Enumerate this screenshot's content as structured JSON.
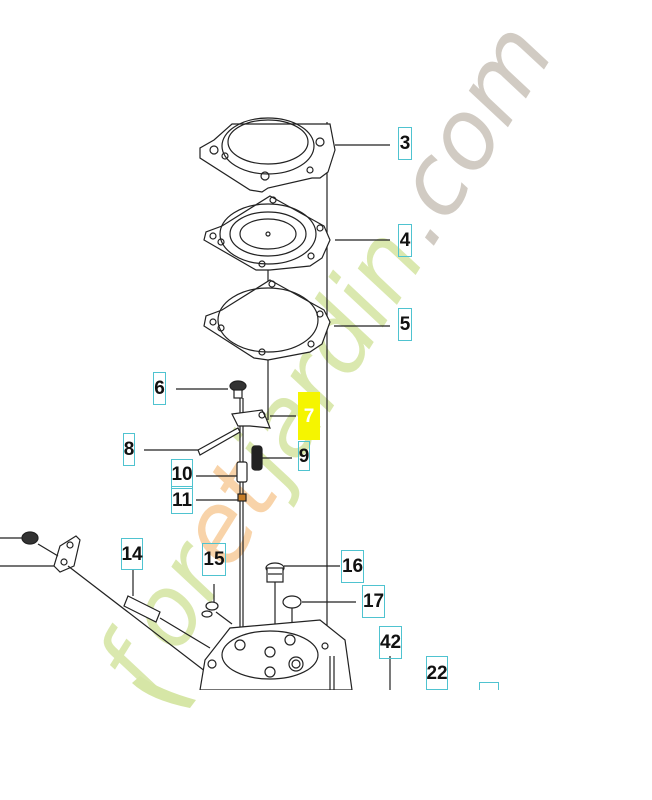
{
  "diagram": {
    "type": "exploded parts diagram",
    "subject": "carburetor diaphragm assembly",
    "callouts": [
      {
        "id": "3",
        "label": "3"
      },
      {
        "id": "4",
        "label": "4"
      },
      {
        "id": "5",
        "label": "5"
      },
      {
        "id": "6",
        "label": "6"
      },
      {
        "id": "7",
        "label": "7",
        "highlighted": true
      },
      {
        "id": "8",
        "label": "8"
      },
      {
        "id": "9",
        "label": "9"
      },
      {
        "id": "10",
        "label": "10"
      },
      {
        "id": "11",
        "label": "11"
      },
      {
        "id": "14",
        "label": "14"
      },
      {
        "id": "15",
        "label": "15"
      },
      {
        "id": "16",
        "label": "16"
      },
      {
        "id": "17",
        "label": "17"
      },
      {
        "id": "42",
        "label": "42"
      },
      {
        "id": "22",
        "label": "22"
      }
    ]
  },
  "watermark": {
    "part1": "foret",
    "part2": "jardin",
    "part3": ".com",
    "colors": {
      "green": "#d6e6a6",
      "orange": "#f8cfa0",
      "gray": "#cfc9c0"
    }
  },
  "colors": {
    "callout_border": "#4fc3d0",
    "highlight": "#f5f500",
    "line": "#222222"
  }
}
